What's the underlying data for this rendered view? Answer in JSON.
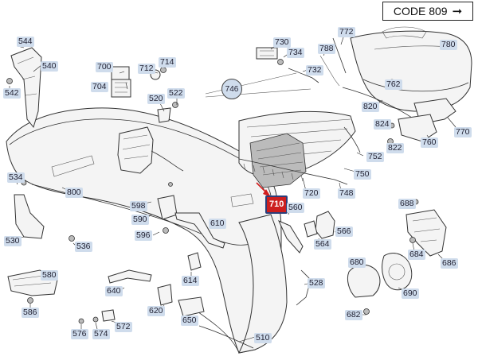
{
  "code_box": {
    "text": "CODE 809",
    "arrow": "➞"
  },
  "parts": [
    {
      "id": "544"
    },
    {
      "id": "540"
    },
    {
      "id": "542"
    },
    {
      "id": "700"
    },
    {
      "id": "712"
    },
    {
      "id": "714"
    },
    {
      "id": "704"
    },
    {
      "id": "520"
    },
    {
      "id": "522"
    },
    {
      "id": "730"
    },
    {
      "id": "734"
    },
    {
      "id": "772"
    },
    {
      "id": "780"
    },
    {
      "id": "788"
    },
    {
      "id": "732"
    },
    {
      "id": "746"
    },
    {
      "id": "762"
    },
    {
      "id": "820"
    },
    {
      "id": "824"
    },
    {
      "id": "822"
    },
    {
      "id": "770"
    },
    {
      "id": "760"
    },
    {
      "id": "752"
    },
    {
      "id": "750"
    },
    {
      "id": "748"
    },
    {
      "id": "720"
    },
    {
      "id": "710"
    },
    {
      "id": "560"
    },
    {
      "id": "534"
    },
    {
      "id": "800"
    },
    {
      "id": "598"
    },
    {
      "id": "590"
    },
    {
      "id": "610"
    },
    {
      "id": "596"
    },
    {
      "id": "530"
    },
    {
      "id": "536"
    },
    {
      "id": "688"
    },
    {
      "id": "566"
    },
    {
      "id": "564"
    },
    {
      "id": "684"
    },
    {
      "id": "686"
    },
    {
      "id": "680"
    },
    {
      "id": "580"
    },
    {
      "id": "640"
    },
    {
      "id": "614"
    },
    {
      "id": "528"
    },
    {
      "id": "690"
    },
    {
      "id": "586"
    },
    {
      "id": "620"
    },
    {
      "id": "682"
    },
    {
      "id": "576"
    },
    {
      "id": "574"
    },
    {
      "id": "572"
    },
    {
      "id": "650"
    },
    {
      "id": "510"
    }
  ],
  "highlighted_part": "710"
}
